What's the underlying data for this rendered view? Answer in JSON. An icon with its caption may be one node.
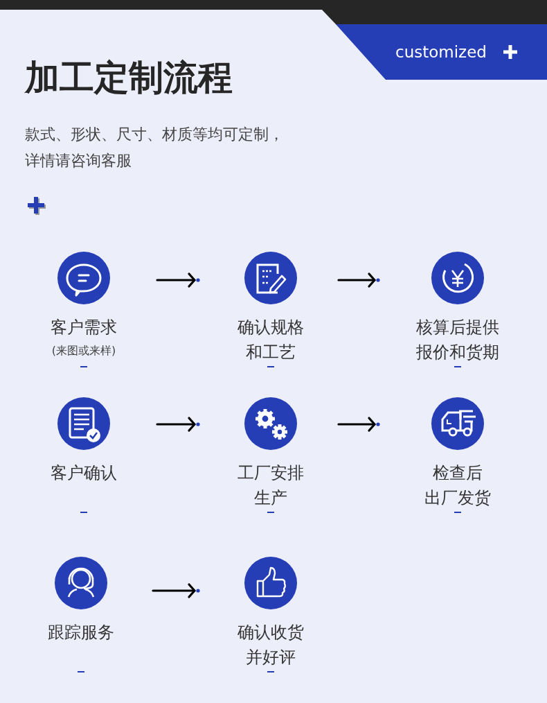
{
  "diagram": {
    "title": "加工定制流程",
    "nodes": [
      {
        "text": [
          "客户需求",
          "(来图或来样)"
        ]
      },
      {
        "text": [
          "确认规格和工艺"
        ]
      },
      {
        "text": [
          "核算后提供报价和货期"
        ]
      },
      {
        "text": [
          "客户确认"
        ]
      },
      {
        "text": [
          "工厂安排生产"
        ]
      },
      {
        "text": [
          "检查后出厂发货"
        ]
      },
      {
        "text": [
          "跟踪服务"
        ]
      },
      {
        "text": [
          "确认收货并好评"
        ]
      }
    ],
    "edges": [
      {
        "from": 0,
        "to": 1,
        "arrow": "to"
      },
      {
        "from": 1,
        "to": 2,
        "arrow": "to"
      },
      {
        "from": 3,
        "to": 4,
        "arrow": "to"
      },
      {
        "from": 4,
        "to": 5,
        "arrow": "to"
      },
      {
        "from": 6,
        "to": 7,
        "arrow": "to"
      }
    ],
    "labels": [
      "customized",
      "款式、形状、尺寸、材质等均可定制，详情请咨询客服"
    ]
  }
}
